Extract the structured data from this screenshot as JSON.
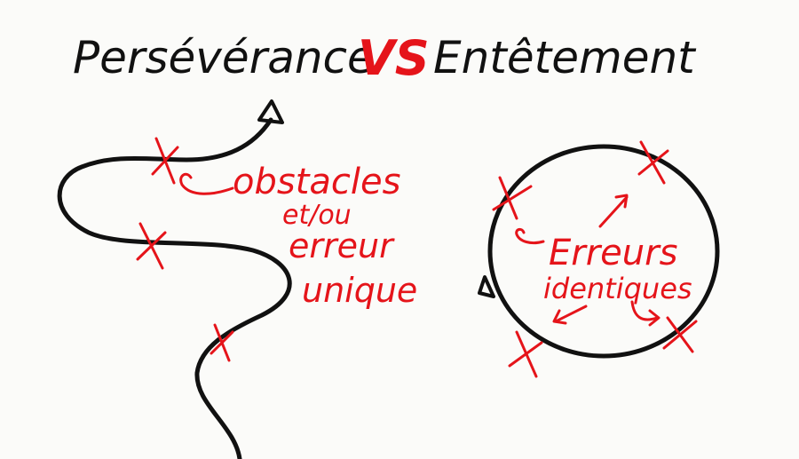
{
  "title": {
    "left": "Persévérance",
    "middle": "VS",
    "right": "Entêtement"
  },
  "left_panel": {
    "annotation": [
      "obstacles",
      "et/ou",
      "erreur",
      "unique"
    ]
  },
  "right_panel": {
    "annotation": [
      "Erreurs",
      "identiques"
    ]
  },
  "colors": {
    "ink": "#111111",
    "red": "#e5141a",
    "background": "#fbfbf9"
  }
}
